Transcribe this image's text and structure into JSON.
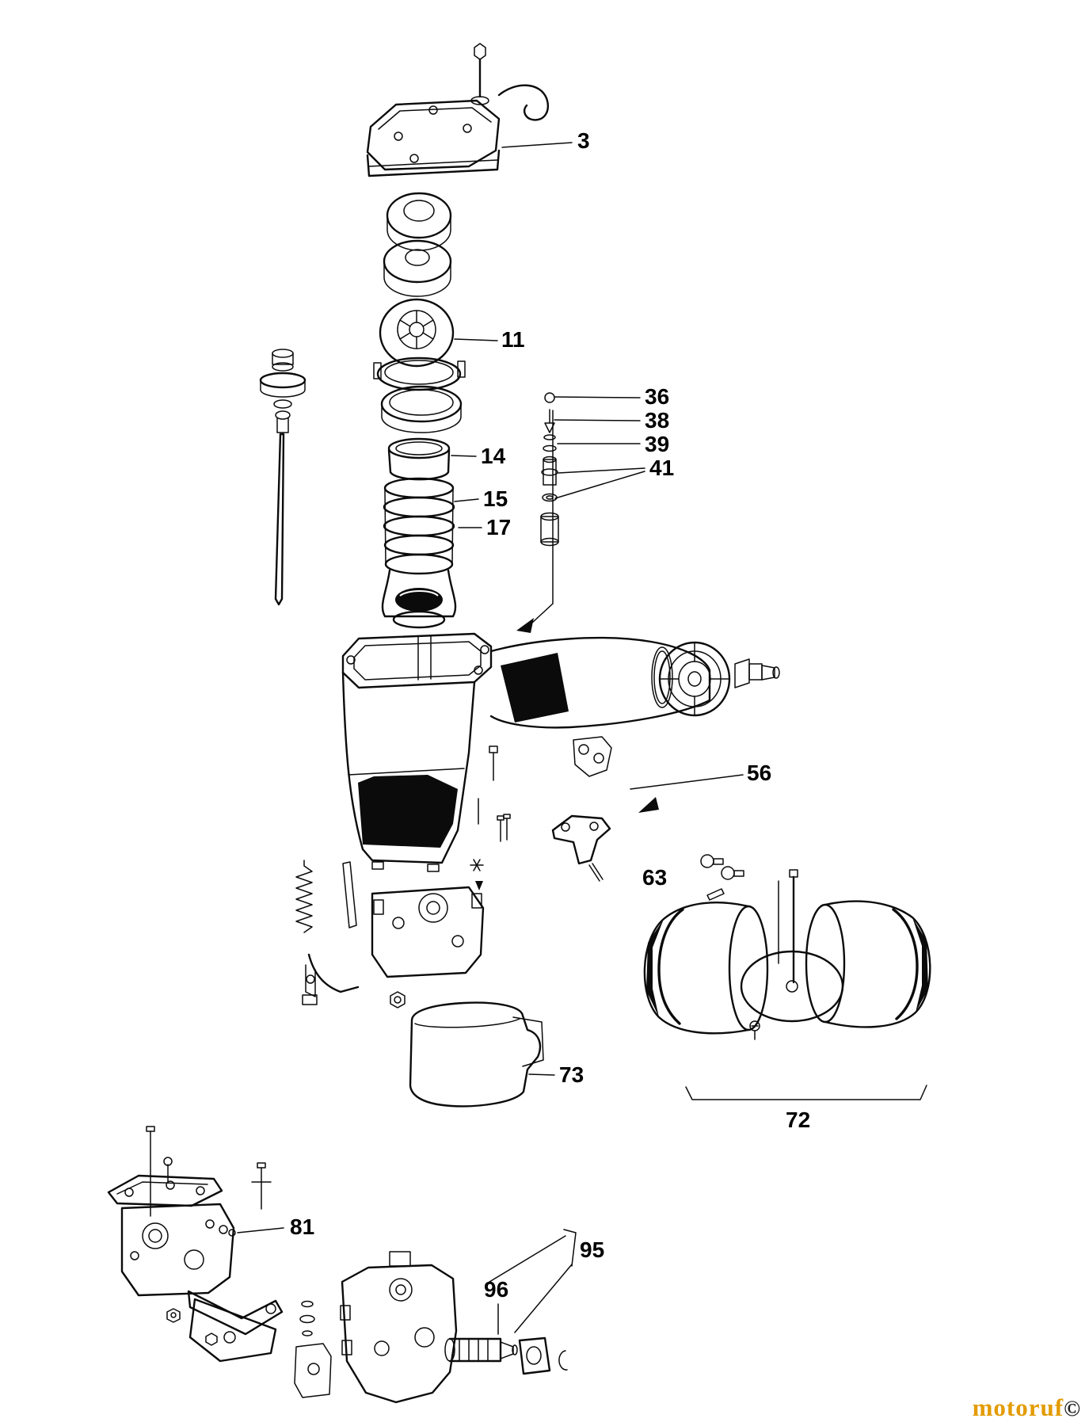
{
  "document": {
    "kind": "exploded-parts-diagram",
    "background": "#ffffff",
    "ink_color": "#0b0b0b"
  },
  "diagram": {
    "callouts": [
      {
        "label": "3"
      },
      {
        "label": "11"
      },
      {
        "label": "36"
      },
      {
        "label": "38"
      },
      {
        "label": "39"
      },
      {
        "label": "41"
      },
      {
        "label": "14"
      },
      {
        "label": "15"
      },
      {
        "label": "17"
      },
      {
        "label": "56"
      },
      {
        "label": "63"
      },
      {
        "label": "73"
      },
      {
        "label": "72"
      },
      {
        "label": "81"
      },
      {
        "label": "95"
      },
      {
        "label": "96"
      }
    ]
  },
  "watermark": {
    "text": "motoruf",
    "copyright": "©",
    "color": "#e39b00"
  }
}
